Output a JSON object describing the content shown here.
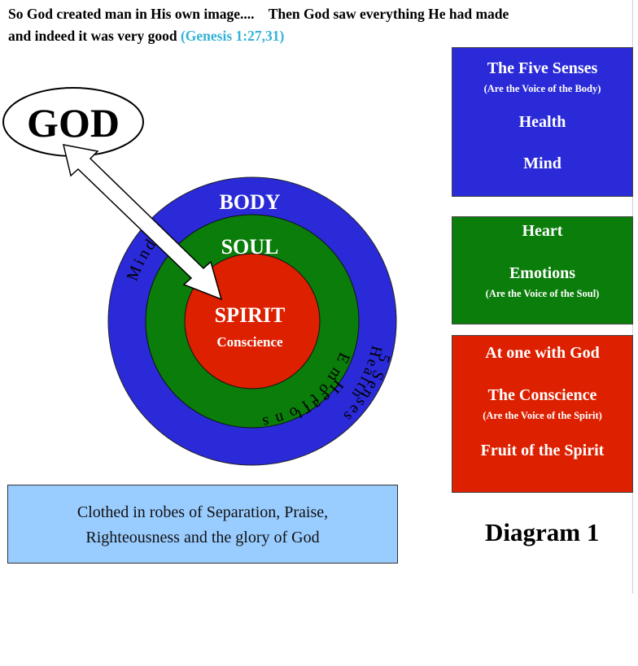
{
  "header": {
    "line1": "So God created man in His own image....    Then God saw everything He had made",
    "line2": "and indeed it was very good ",
    "reference": "(Genesis 1:27,31)"
  },
  "diagram": {
    "god": "GOD",
    "body": "BODY",
    "soul": "SOUL",
    "spirit": "SPIRIT",
    "conscience": "Conscience",
    "ring_outer_senses": "5 Senses",
    "ring_outer_health": "Health",
    "ring_outer_mind": "Mind",
    "ring_inner_heart": "Heart",
    "ring_inner_emotions": "Emotions"
  },
  "blue_box": {
    "title": "The Five Senses",
    "subtitle": "(Are the Voice of the Body)",
    "item1": "Health",
    "item2": "Mind"
  },
  "green_box": {
    "title": "Heart",
    "item1": "Emotions",
    "subtitle": "(Are the Voice of the Soul)"
  },
  "red_box": {
    "title": "At one with God",
    "item1": "The Conscience",
    "subtitle": "(Are the Voice of the Spirit)",
    "item2": "Fruit of the Spirit"
  },
  "caption": {
    "line1": "Clothed in robes of Separation, Praise,",
    "line2": "Righteousness and the glory of God"
  },
  "label": "Diagram 1",
  "colors": {
    "body_ring": "#2a2ad8",
    "soul_ring": "#0a7d0a",
    "spirit_core": "#dd2000",
    "caption_bg": "#99ccff",
    "reference": "#33b3d6"
  }
}
